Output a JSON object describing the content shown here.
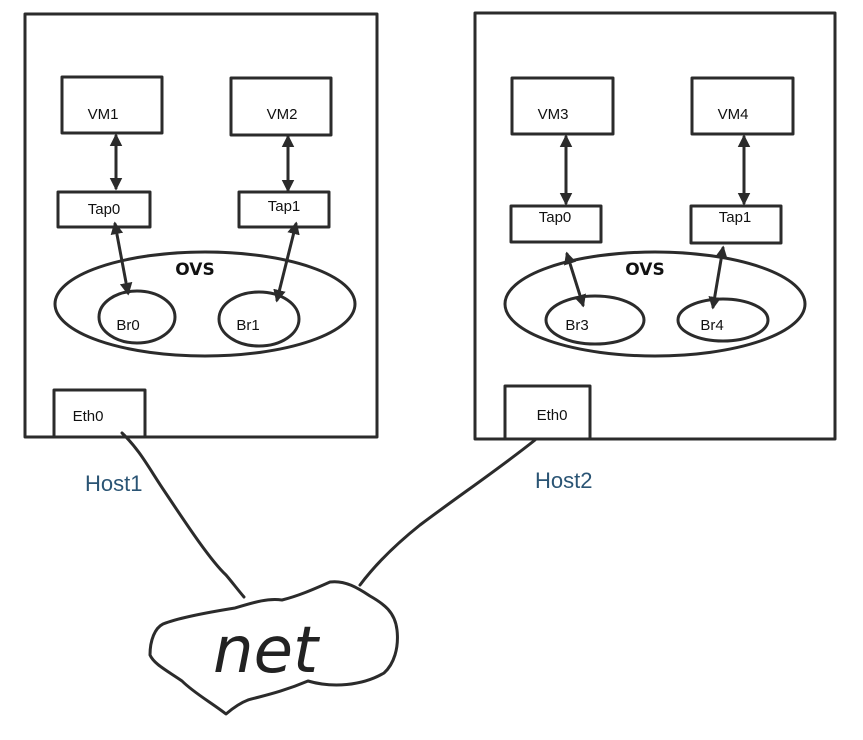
{
  "colors": {
    "stroke": "#2b2b2b",
    "host_label": "#2a5474"
  },
  "host1": {
    "label": "Host1",
    "vm_a": "VM1",
    "vm_b": "VM2",
    "tap_a": "Tap0",
    "tap_b": "Tap1",
    "switch": "OVS",
    "bridge_a": "Br0",
    "bridge_b": "Br1",
    "nic": "Eth0"
  },
  "host2": {
    "label": "Host2",
    "vm_a": "VM3",
    "vm_b": "VM4",
    "tap_a": "Tap0",
    "tap_b": "Tap1",
    "switch": "OVS",
    "bridge_a": "Br3",
    "bridge_b": "Br4",
    "nic": "Eth0"
  },
  "network": {
    "label": "net"
  }
}
